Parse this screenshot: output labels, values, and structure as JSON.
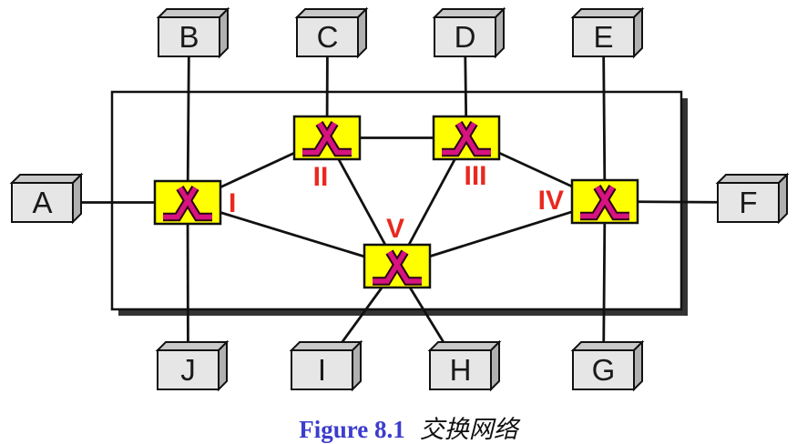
{
  "hosts": [
    {
      "id": "A",
      "label": "A"
    },
    {
      "id": "B",
      "label": "B"
    },
    {
      "id": "C",
      "label": "C"
    },
    {
      "id": "D",
      "label": "D"
    },
    {
      "id": "E",
      "label": "E"
    },
    {
      "id": "F",
      "label": "F"
    },
    {
      "id": "G",
      "label": "G"
    },
    {
      "id": "H",
      "label": "H"
    },
    {
      "id": "I",
      "label": "I"
    },
    {
      "id": "J",
      "label": "J"
    }
  ],
  "switches": [
    {
      "id": "I",
      "label": "I"
    },
    {
      "id": "II",
      "label": "II"
    },
    {
      "id": "III",
      "label": "III"
    },
    {
      "id": "IV",
      "label": "IV"
    },
    {
      "id": "V",
      "label": "V"
    }
  ],
  "links": {
    "host_links": [
      [
        "A",
        "I"
      ],
      [
        "B",
        "I"
      ],
      [
        "C",
        "II"
      ],
      [
        "D",
        "III"
      ],
      [
        "E",
        "IV"
      ],
      [
        "F",
        "IV"
      ],
      [
        "G",
        "IV"
      ],
      [
        "H",
        "V"
      ],
      [
        "I",
        "V"
      ],
      [
        "J",
        "I"
      ]
    ],
    "switch_links": [
      [
        "I",
        "II"
      ],
      [
        "II",
        "III"
      ],
      [
        "III",
        "IV"
      ],
      [
        "I",
        "V"
      ],
      [
        "II",
        "V"
      ],
      [
        "III",
        "V"
      ],
      [
        "IV",
        "V"
      ]
    ]
  },
  "caption": {
    "figure_label": "Figure 8.1",
    "figure_title": "交换网络"
  },
  "colors": {
    "switch_fill": "#ffff00",
    "switch_symbol": "#d6137f",
    "switch_label_red": "#e8291f",
    "figure_label_blue": "#3c3ccd",
    "host_front": "#e6e6e6",
    "host_top": "#c9c9c9",
    "host_side": "#b0b0b0",
    "boundary_shadow": "#333333",
    "line_black": "#111111"
  }
}
